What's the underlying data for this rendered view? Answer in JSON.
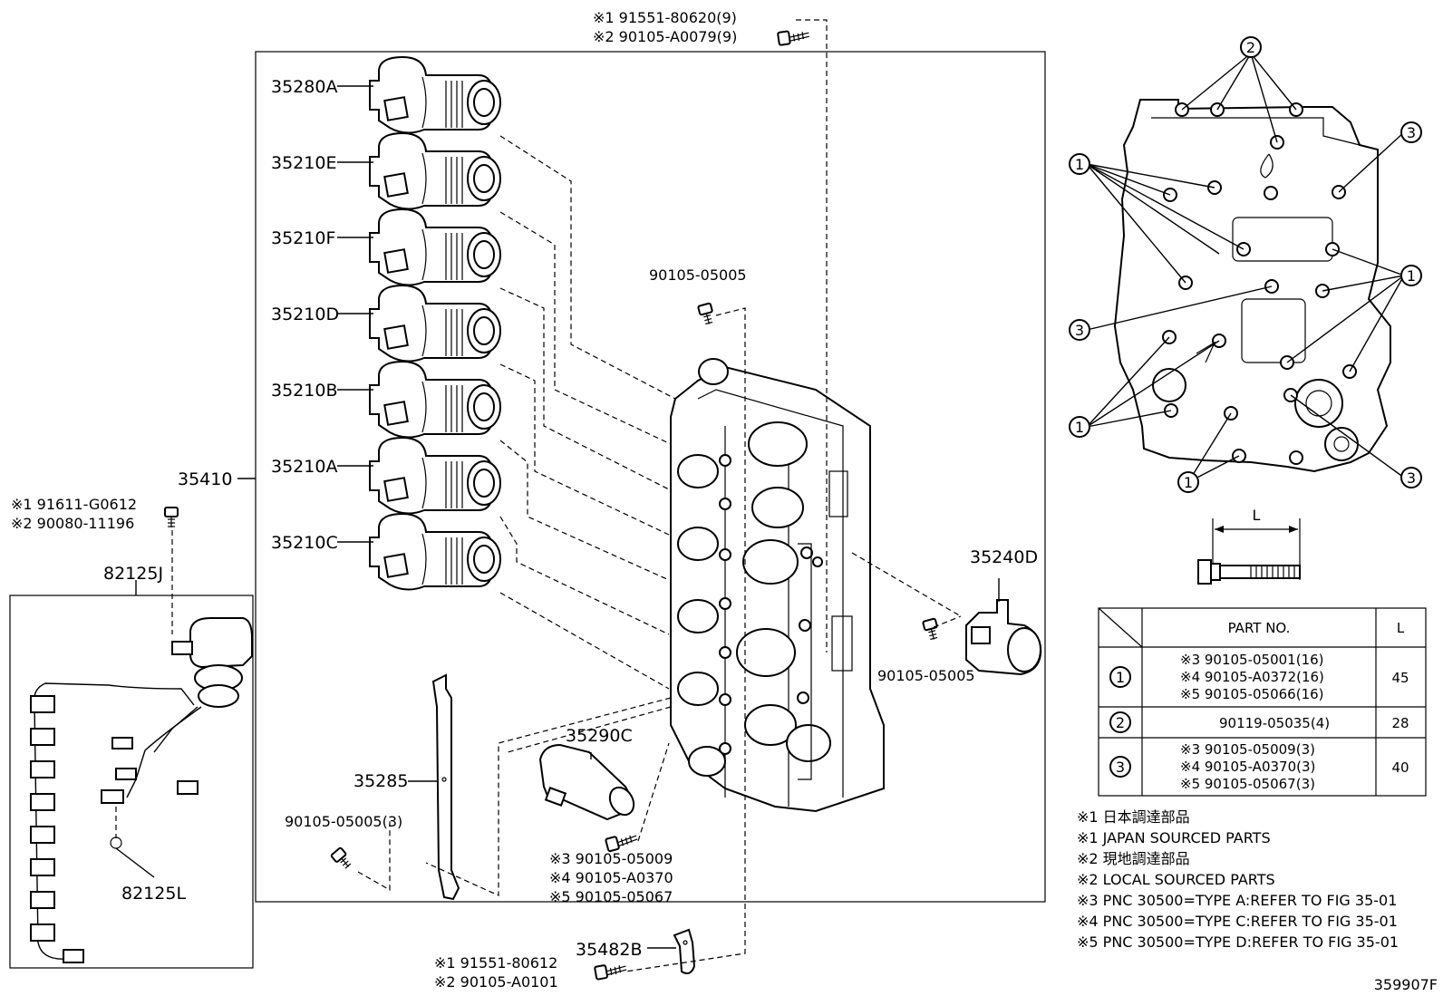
{
  "solenoids": [
    {
      "label": "35280A"
    },
    {
      "label": "35210E"
    },
    {
      "label": "35210F"
    },
    {
      "label": "35210D"
    },
    {
      "label": "35210B"
    },
    {
      "label": "35210A"
    },
    {
      "label": "35210C"
    }
  ],
  "labels": {
    "assembly": "35410",
    "harness": "82125J",
    "clamp": "82125L",
    "plate": "35285",
    "solenoid_d": "35240D",
    "solenoid_c": "35290C",
    "detent": "35482B",
    "bolt_top_center": "90105-05005",
    "bolt_right": "90105-05005",
    "bolt_left_bottom": "90105-05005(3)"
  },
  "callouts": {
    "top_bolt_1": "※1 91551-80620(9)",
    "top_bolt_2": "※2 90105-A0079(9)",
    "harness_bolt_1": "※1 91611-G0612",
    "harness_bolt_2": "※2 90080-11196",
    "c_bolt_3": "※3 90105-05009",
    "c_bolt_4": "※4 90105-A0370",
    "c_bolt_5": "※5 90105-05067",
    "bottom_bolt_1": "※1 91551-80612",
    "bottom_bolt_2": "※2 90105-A0101"
  },
  "markers": [
    "1",
    "2",
    "3"
  ],
  "length_label": "L",
  "table": {
    "header_part": "PART NO.",
    "header_len": "L",
    "rows": [
      {
        "key": "1",
        "parts": [
          "※3 90105-05001(16)",
          "※4 90105-A0372(16)",
          "※5 90105-05066(16)"
        ],
        "len": "45"
      },
      {
        "key": "2",
        "parts": [
          "90119-05035(4)"
        ],
        "len": "28"
      },
      {
        "key": "3",
        "parts": [
          "※3 90105-05009(3)",
          "※4 90105-A0370(3)",
          "※5 90105-05067(3)"
        ],
        "len": "40"
      }
    ]
  },
  "notes": [
    "※1 日本調達部品",
    "※1 JAPAN SOURCED PARTS",
    "※2 現地調達部品",
    "※2 LOCAL SOURCED PARTS",
    "※3 PNC 30500=TYPE A:REFER TO FIG 35-01",
    "※4 PNC 30500=TYPE C:REFER TO FIG 35-01",
    "※5 PNC 30500=TYPE D:REFER TO FIG 35-01"
  ],
  "figure_id": "359907F"
}
